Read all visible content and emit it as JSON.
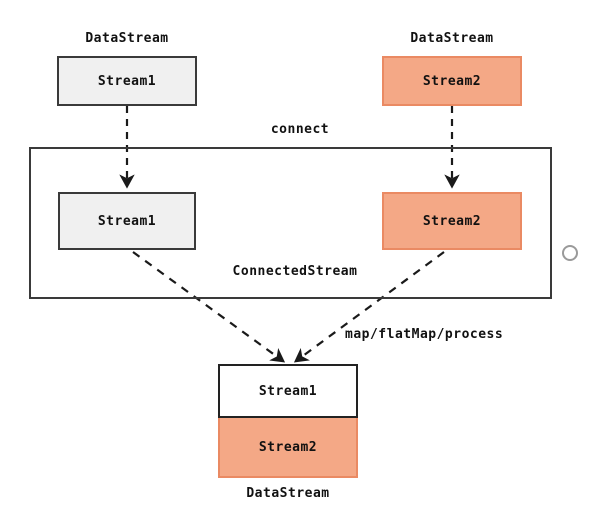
{
  "diagram": {
    "title": "Flink ConnectedStream connect / map-flatMap-process diagram",
    "colors": {
      "orange_fill": "#f4a886",
      "orange_border": "#ea8a63",
      "gray_fill": "#f0f0f0",
      "dark_border": "#3a3a3a",
      "edge": "#1a1a1a",
      "circle_stroke": "#9a9a9a"
    },
    "source_nodes": [
      {
        "id": "src-stream1",
        "caption": "DataStream",
        "label": "Stream1",
        "style": "gray"
      },
      {
        "id": "src-stream2",
        "caption": "DataStream",
        "label": "Stream2",
        "style": "orange"
      }
    ],
    "connected": {
      "operation_label": "connect",
      "container_label": "ConnectedStream",
      "inner_nodes": [
        {
          "id": "conn-stream1",
          "label": "Stream1",
          "style": "gray"
        },
        {
          "id": "conn-stream2",
          "label": "Stream2",
          "style": "orange"
        }
      ]
    },
    "transform": {
      "operation_label": "map/flatMap/process"
    },
    "result": {
      "caption": "DataStream",
      "rows": [
        {
          "id": "out-stream1",
          "label": "Stream1",
          "style": "white"
        },
        {
          "id": "out-stream2",
          "label": "Stream2",
          "style": "orange"
        }
      ]
    },
    "icons": {
      "handle": "circle-handle-icon"
    }
  }
}
